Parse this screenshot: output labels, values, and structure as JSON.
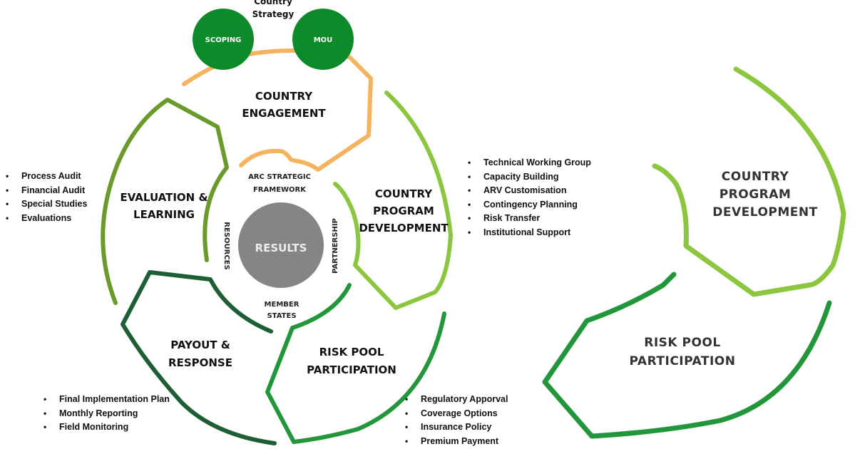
{
  "top_labels": {
    "country_strategy_1": "Country",
    "country_strategy_2": "Strategy"
  },
  "circles": {
    "scoping": "SCOPING",
    "mou": "MOU"
  },
  "center": {
    "results": "RESULTS"
  },
  "inner_ring": {
    "arc_framework_1": "ARC STRATEGIC",
    "arc_framework_2": "FRAMEWORK",
    "partnership": "PARTNERSHIP",
    "member_states_1": "MEMBER",
    "member_states_2": "STATES",
    "resources": "RESOURCES"
  },
  "segments": {
    "country_engagement": [
      "COUNTRY",
      "ENGAGEMENT"
    ],
    "country_program_development": [
      "COUNTRY",
      "PROGRAM",
      "DEVELOPMENT"
    ],
    "risk_pool_participation": [
      "RISK POOL",
      "PARTICIPATION"
    ],
    "payout_response": [
      "PAYOUT &",
      "RESPONSE"
    ],
    "evaluation_learning": [
      "EVALUATION &",
      "LEARNING"
    ]
  },
  "zoom": {
    "country_program_development": [
      "COUNTRY",
      "PROGRAM",
      "DEVELOPMENT"
    ],
    "risk_pool_participation": [
      "RISK POOL",
      "PARTICIPATION"
    ]
  },
  "lists": {
    "evaluation": [
      "Process Audit",
      "Financial Audit",
      "Special Studies",
      "Evaluations"
    ],
    "program": [
      "Technical Working Group",
      "Capacity Building",
      "ARV Customisation",
      "Contingency Planning",
      "Risk Transfer",
      "Institutional Support"
    ],
    "payout": [
      "Final Implementation Plan",
      "Monthly Reporting",
      "Field Monitoring"
    ],
    "risk_pool": [
      "Regulatory Apporval",
      "Coverage Options",
      "Insurance Policy",
      "Premium Payment"
    ]
  },
  "colors": {
    "orange": "#f5b35f",
    "light_green": "#8cc63f",
    "mid_green": "#22963a",
    "dark_green": "#1e5e35",
    "olive_green": "#6a9a2a",
    "circle_green": "#0d8a2a",
    "results_gray": "#858585"
  }
}
